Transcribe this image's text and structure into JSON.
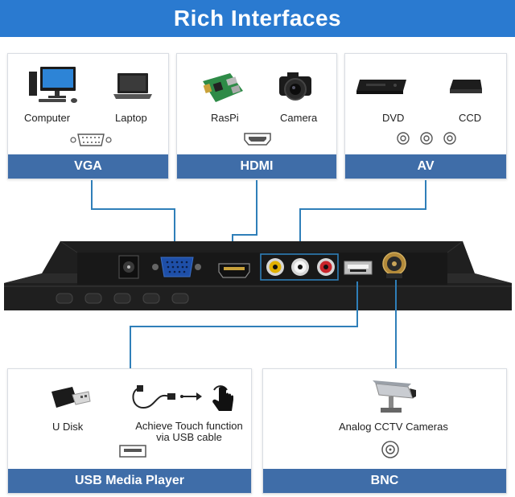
{
  "banner": {
    "title": "Rich Interfaces"
  },
  "cards": {
    "vga": {
      "footer": "VGA",
      "device_left": "Computer",
      "device_right": "Laptop"
    },
    "hdmi": {
      "footer": "HDMI",
      "device_left": "RasPi",
      "device_right": "Camera"
    },
    "av": {
      "footer": "AV",
      "device_left": "DVD",
      "device_right": "CCD"
    },
    "usb": {
      "footer": "USB Media Player",
      "device_left": "U Disk",
      "device_right": "Achieve Touch function via USB cable"
    },
    "bnc": {
      "footer": "BNC",
      "device": "Analog CCTV Cameras"
    }
  },
  "colors": {
    "banner": "#2a7ad0",
    "footer": "#3f6da8",
    "connector_line": "#2f7fb9"
  }
}
